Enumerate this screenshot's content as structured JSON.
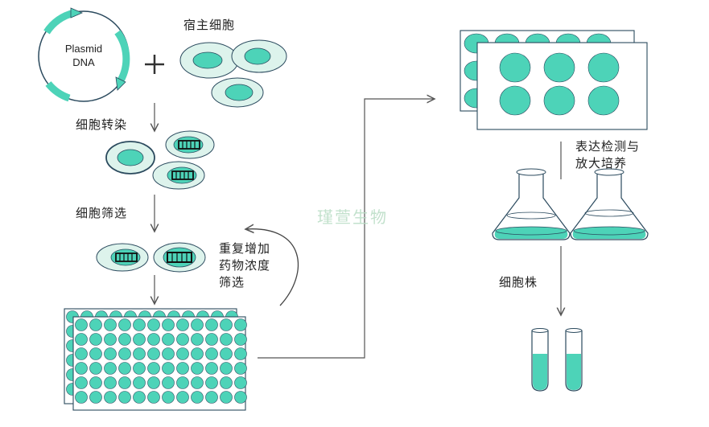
{
  "colors": {
    "fill": "#4dd3b8",
    "pale": "#ddf3ec",
    "stroke": "#2b4a5e",
    "arrow": "#555555"
  },
  "labels": {
    "plasmid_line1": "Plasmid",
    "plasmid_line2": "DNA",
    "host_cell": "宿主细胞",
    "transfection": "细胞转染",
    "screening": "细胞筛选",
    "repeat_line1": "重复增加",
    "repeat_line2": "药物浓度",
    "repeat_line3": "筛选",
    "expression_line1": "表达检测与",
    "expression_line2": "放大培养",
    "cell_line": "细胞株",
    "watermark": "瑾萱生物"
  }
}
